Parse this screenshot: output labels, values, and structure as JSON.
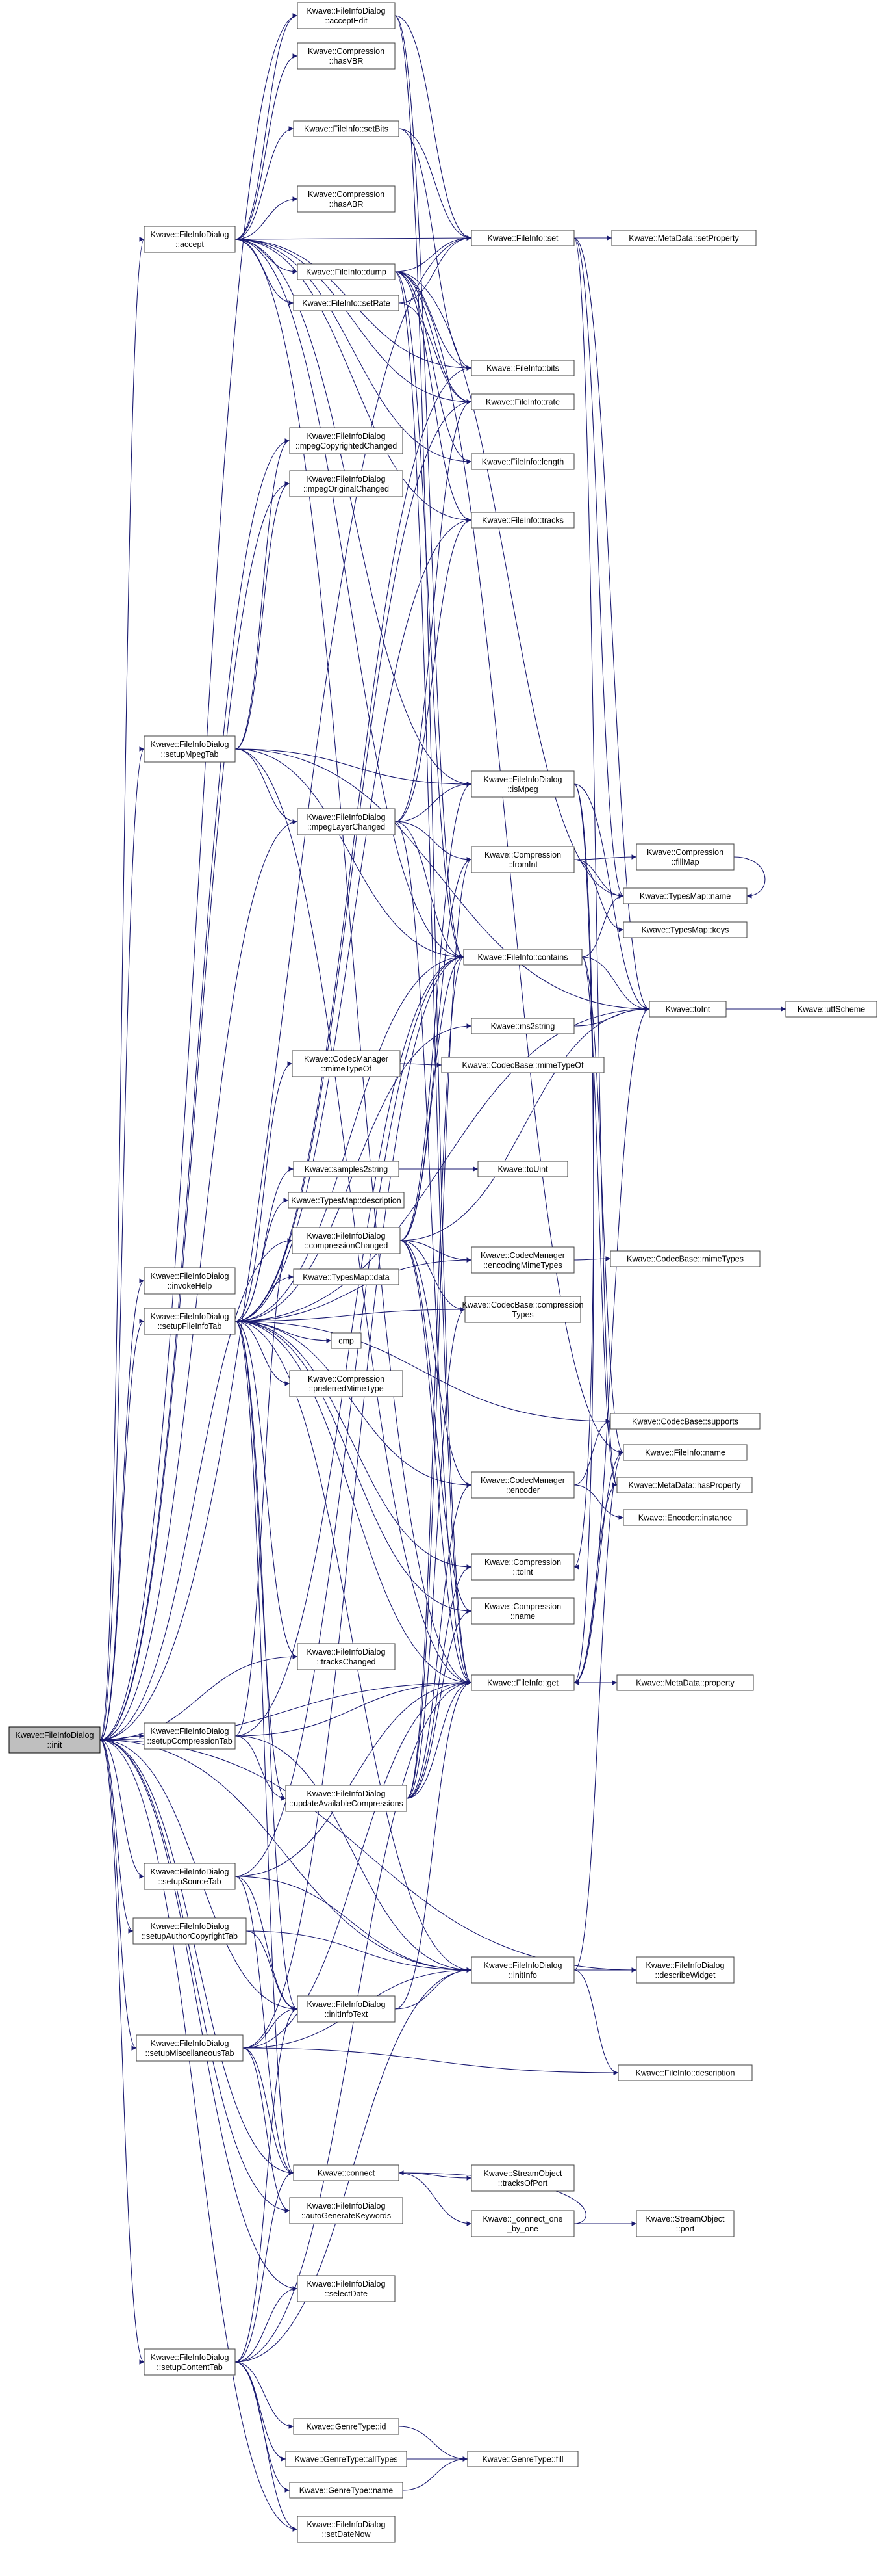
{
  "diagram": {
    "colors": {
      "edge": "#191970",
      "node_border": "#404040",
      "root_fill": "#bfbfbf",
      "background": "#ffffff"
    },
    "nodes": [
      {
        "id": "init",
        "lines": [
          "Kwave::FileInfoDialog",
          "::init"
        ]
      },
      {
        "id": "accept",
        "lines": [
          "Kwave::FileInfoDialog",
          "::accept"
        ]
      },
      {
        "id": "setupMpegTab",
        "lines": [
          "Kwave::FileInfoDialog",
          "::setupMpegTab"
        ]
      },
      {
        "id": "invokeHelp",
        "lines": [
          "Kwave::FileInfoDialog",
          "::invokeHelp"
        ]
      },
      {
        "id": "setupFileInfoTab",
        "lines": [
          "Kwave::FileInfoDialog",
          "::setupFileInfoTab"
        ]
      },
      {
        "id": "setupCompressionTab",
        "lines": [
          "Kwave::FileInfoDialog",
          "::setupCompressionTab"
        ]
      },
      {
        "id": "setupSourceTab",
        "lines": [
          "Kwave::FileInfoDialog",
          "::setupSourceTab"
        ]
      },
      {
        "id": "setupAuthorCopyrightTab",
        "lines": [
          "Kwave::FileInfoDialog",
          "::setupAuthorCopyrightTab"
        ]
      },
      {
        "id": "setupMiscellaneousTab",
        "lines": [
          "Kwave::FileInfoDialog",
          "::setupMiscellaneousTab"
        ]
      },
      {
        "id": "setupContentTab",
        "lines": [
          "Kwave::FileInfoDialog",
          "::setupContentTab"
        ]
      },
      {
        "id": "acceptEdit",
        "lines": [
          "Kwave::FileInfoDialog",
          "::acceptEdit"
        ]
      },
      {
        "id": "hasVBR",
        "lines": [
          "Kwave::Compression",
          "::hasVBR"
        ]
      },
      {
        "id": "setBits",
        "lines": [
          "Kwave::FileInfo::setBits"
        ]
      },
      {
        "id": "hasABR",
        "lines": [
          "Kwave::Compression",
          "::hasABR"
        ]
      },
      {
        "id": "dump",
        "lines": [
          "Kwave::FileInfo::dump"
        ]
      },
      {
        "id": "setRate",
        "lines": [
          "Kwave::FileInfo::setRate"
        ]
      },
      {
        "id": "mpegCopyrightedChanged",
        "lines": [
          "Kwave::FileInfoDialog",
          "::mpegCopyrightedChanged"
        ]
      },
      {
        "id": "mpegOriginalChanged",
        "lines": [
          "Kwave::FileInfoDialog",
          "::mpegOriginalChanged"
        ]
      },
      {
        "id": "mpegLayerChanged",
        "lines": [
          "Kwave::FileInfoDialog",
          "::mpegLayerChanged"
        ]
      },
      {
        "id": "mimeTypeOf",
        "lines": [
          "Kwave::CodecManager",
          "::mimeTypeOf"
        ]
      },
      {
        "id": "samples2string",
        "lines": [
          "Kwave::samples2string"
        ]
      },
      {
        "id": "typesMapDescription",
        "lines": [
          "Kwave::TypesMap::description"
        ]
      },
      {
        "id": "compressionChanged",
        "lines": [
          "Kwave::FileInfoDialog",
          "::compressionChanged"
        ]
      },
      {
        "id": "typesMapData",
        "lines": [
          "Kwave::TypesMap::data"
        ]
      },
      {
        "id": "cmp",
        "lines": [
          "cmp"
        ]
      },
      {
        "id": "preferredMimeType",
        "lines": [
          "Kwave::Compression",
          "::preferredMimeType"
        ]
      },
      {
        "id": "tracksChanged",
        "lines": [
          "Kwave::FileInfoDialog",
          "::tracksChanged"
        ]
      },
      {
        "id": "updateAvailableCompressions",
        "lines": [
          "Kwave::FileInfoDialog",
          "::updateAvailableCompressions"
        ]
      },
      {
        "id": "initInfoText",
        "lines": [
          "Kwave::FileInfoDialog",
          "::initInfoText"
        ]
      },
      {
        "id": "connect",
        "lines": [
          "Kwave::connect"
        ]
      },
      {
        "id": "autoGenerateKeywords",
        "lines": [
          "Kwave::FileInfoDialog",
          "::autoGenerateKeywords"
        ]
      },
      {
        "id": "selectDate",
        "lines": [
          "Kwave::FileInfoDialog",
          "::selectDate"
        ]
      },
      {
        "id": "genreId",
        "lines": [
          "Kwave::GenreType::id"
        ]
      },
      {
        "id": "genreAllTypes",
        "lines": [
          "Kwave::GenreType::allTypes"
        ]
      },
      {
        "id": "genreName",
        "lines": [
          "Kwave::GenreType::name"
        ]
      },
      {
        "id": "setDateNow",
        "lines": [
          "Kwave::FileInfoDialog",
          "::setDateNow"
        ]
      },
      {
        "id": "fileInfoSet",
        "lines": [
          "Kwave::FileInfo::set"
        ]
      },
      {
        "id": "bits",
        "lines": [
          "Kwave::FileInfo::bits"
        ]
      },
      {
        "id": "rate",
        "lines": [
          "Kwave::FileInfo::rate"
        ]
      },
      {
        "id": "length",
        "lines": [
          "Kwave::FileInfo::length"
        ]
      },
      {
        "id": "tracks",
        "lines": [
          "Kwave::FileInfo::tracks"
        ]
      },
      {
        "id": "isMpeg",
        "lines": [
          "Kwave::FileInfoDialog",
          "::isMpeg"
        ]
      },
      {
        "id": "fromInt",
        "lines": [
          "Kwave::Compression",
          "::fromInt"
        ]
      },
      {
        "id": "contains",
        "lines": [
          "Kwave::FileInfo::contains"
        ]
      },
      {
        "id": "ms2string",
        "lines": [
          "Kwave::ms2string"
        ]
      },
      {
        "id": "codecMimeTypeOf",
        "lines": [
          "Kwave::CodecBase::mimeTypeOf"
        ]
      },
      {
        "id": "toUint",
        "lines": [
          "Kwave::toUint"
        ]
      },
      {
        "id": "encodingMimeTypes",
        "lines": [
          "Kwave::CodecManager",
          "::encodingMimeTypes"
        ]
      },
      {
        "id": "compressionTypes",
        "lines": [
          "Kwave::CodecBase::compression",
          "Types"
        ]
      },
      {
        "id": "encoder",
        "lines": [
          "Kwave::CodecManager",
          "::encoder"
        ]
      },
      {
        "id": "compToInt",
        "lines": [
          "Kwave::Compression",
          "::toInt"
        ]
      },
      {
        "id": "compName",
        "lines": [
          "Kwave::Compression",
          "::name"
        ]
      },
      {
        "id": "fileInfoGet",
        "lines": [
          "Kwave::FileInfo::get"
        ]
      },
      {
        "id": "initInfo",
        "lines": [
          "Kwave::FileInfoDialog",
          "::initInfo"
        ]
      },
      {
        "id": "trackOfPort",
        "lines": [
          "Kwave::StreamObject",
          "::tracksOfPort"
        ]
      },
      {
        "id": "connectOneByOne",
        "lines": [
          "Kwave::_connect_one",
          "_by_one"
        ]
      },
      {
        "id": "genreFill",
        "lines": [
          "Kwave::GenreType::fill"
        ]
      },
      {
        "id": "setProperty",
        "lines": [
          "Kwave::MetaData::setProperty"
        ]
      },
      {
        "id": "fillMap",
        "lines": [
          "Kwave::Compression",
          "::fillMap"
        ]
      },
      {
        "id": "typesMapName",
        "lines": [
          "Kwave::TypesMap::name"
        ]
      },
      {
        "id": "typesMapKeys",
        "lines": [
          "Kwave::TypesMap::keys"
        ]
      },
      {
        "id": "toInt",
        "lines": [
          "Kwave::toInt"
        ]
      },
      {
        "id": "mimeTypes",
        "lines": [
          "Kwave::CodecBase::mimeTypes"
        ]
      },
      {
        "id": "supports",
        "lines": [
          "Kwave::CodecBase::supports"
        ]
      },
      {
        "id": "fileInfoName",
        "lines": [
          "Kwave::FileInfo::name"
        ]
      },
      {
        "id": "hasPropertyNode",
        "lines": [
          "Kwave::MetaData::hasProperty"
        ]
      },
      {
        "id": "encoderInstance",
        "lines": [
          "Kwave::Encoder::instance"
        ]
      },
      {
        "id": "property",
        "lines": [
          "Kwave::MetaData::property"
        ]
      },
      {
        "id": "describeWidget",
        "lines": [
          "Kwave::FileInfoDialog",
          "::describeWidget"
        ]
      },
      {
        "id": "fileInfoDescription",
        "lines": [
          "Kwave::FileInfo::description"
        ]
      },
      {
        "id": "port",
        "lines": [
          "Kwave::StreamObject",
          "::port"
        ]
      },
      {
        "id": "utfScheme",
        "lines": [
          "Kwave::utfScheme"
        ]
      }
    ],
    "edges": [
      [
        "init",
        "accept"
      ],
      [
        "init",
        "acceptEdit"
      ],
      [
        "init",
        "mpegCopyrightedChanged"
      ],
      [
        "init",
        "mpegOriginalChanged"
      ],
      [
        "init",
        "setupMpegTab"
      ],
      [
        "init",
        "mpegLayerChanged"
      ],
      [
        "init",
        "invokeHelp"
      ],
      [
        "init",
        "setupFileInfoTab"
      ],
      [
        "init",
        "compressionChanged"
      ],
      [
        "init",
        "tracksChanged"
      ],
      [
        "init",
        "setupCompressionTab"
      ],
      [
        "init",
        "setupSourceTab"
      ],
      [
        "init",
        "setupAuthorCopyrightTab"
      ],
      [
        "init",
        "setupMiscellaneousTab"
      ],
      [
        "init",
        "setupContentTab"
      ],
      [
        "init",
        "initInfoText"
      ],
      [
        "init",
        "connect"
      ],
      [
        "init",
        "autoGenerateKeywords"
      ],
      [
        "init",
        "selectDate"
      ],
      [
        "init",
        "setDateNow"
      ],
      [
        "init",
        "describeWidget"
      ],
      [
        "init",
        "initInfo"
      ],
      [
        "init",
        "fileInfoSet"
      ],
      [
        "init",
        "fileInfoGet"
      ],
      [
        "accept",
        "acceptEdit"
      ],
      [
        "accept",
        "hasVBR"
      ],
      [
        "accept",
        "setBits"
      ],
      [
        "accept",
        "hasABR"
      ],
      [
        "accept",
        "dump"
      ],
      [
        "accept",
        "setRate"
      ],
      [
        "accept",
        "fileInfoSet"
      ],
      [
        "accept",
        "bits"
      ],
      [
        "accept",
        "rate"
      ],
      [
        "accept",
        "tracks"
      ],
      [
        "accept",
        "length"
      ],
      [
        "accept",
        "isMpeg"
      ],
      [
        "accept",
        "contains"
      ],
      [
        "accept",
        "fileInfoGet"
      ],
      [
        "dump",
        "fileInfoSet"
      ],
      [
        "dump",
        "bits"
      ],
      [
        "dump",
        "rate"
      ],
      [
        "dump",
        "length"
      ],
      [
        "dump",
        "tracks"
      ],
      [
        "dump",
        "contains"
      ],
      [
        "dump",
        "typesMapName"
      ],
      [
        "dump",
        "fileInfoGet"
      ],
      [
        "dump",
        "fileInfoName"
      ],
      [
        "setBits",
        "fileInfoSet"
      ],
      [
        "setRate",
        "fileInfoSet"
      ],
      [
        "setBits",
        "bits"
      ],
      [
        "setRate",
        "rate"
      ],
      [
        "acceptEdit",
        "fileInfoSet"
      ],
      [
        "acceptEdit",
        "contains"
      ],
      [
        "acceptEdit",
        "fileInfoGet"
      ],
      [
        "fileInfoSet",
        "setProperty"
      ],
      [
        "fileInfoSet",
        "typesMapName"
      ],
      [
        "fileInfoSet",
        "toInt"
      ],
      [
        "fileInfoSet",
        "hasPropertyNode"
      ],
      [
        "setupMpegTab",
        "isMpeg"
      ],
      [
        "setupMpegTab",
        "mpegLayerChanged"
      ],
      [
        "setupMpegTab",
        "contains"
      ],
      [
        "setupMpegTab",
        "fileInfoGet"
      ],
      [
        "setupMpegTab",
        "toInt"
      ],
      [
        "setupMpegTab",
        "mpegCopyrightedChanged"
      ],
      [
        "setupMpegTab",
        "mpegOriginalChanged"
      ],
      [
        "mpegLayerChanged",
        "isMpeg"
      ],
      [
        "mpegLayerChanged",
        "fromInt"
      ],
      [
        "mpegLayerChanged",
        "contains"
      ],
      [
        "mpegLayerChanged",
        "fileInfoGet"
      ],
      [
        "mpegLayerChanged",
        "tracks"
      ],
      [
        "mpegLayerChanged",
        "rate"
      ],
      [
        "isMpeg",
        "toInt"
      ],
      [
        "isMpeg",
        "compToInt"
      ],
      [
        "isMpeg",
        "fileInfoGet"
      ],
      [
        "fromInt",
        "fillMap"
      ],
      [
        "fromInt",
        "typesMapKeys"
      ],
      [
        "fromInt",
        "typesMapName"
      ],
      [
        "contains",
        "toInt"
      ],
      [
        "contains",
        "typesMapName"
      ],
      [
        "contains",
        "hasPropertyNode"
      ],
      [
        "contains",
        "fileInfoName"
      ],
      [
        "ms2string",
        "toInt"
      ],
      [
        "toInt",
        "utfScheme"
      ],
      [
        "fillMap",
        "typesMapName"
      ],
      [
        "setupFileInfoTab",
        "mimeTypeOf"
      ],
      [
        "setupFileInfoTab",
        "samples2string"
      ],
      [
        "setupFileInfoTab",
        "typesMapDescription"
      ],
      [
        "setupFileInfoTab",
        "typesMapData"
      ],
      [
        "setupFileInfoTab",
        "cmp"
      ],
      [
        "setupFileInfoTab",
        "preferredMimeType"
      ],
      [
        "setupFileInfoTab",
        "tracksChanged"
      ],
      [
        "setupFileInfoTab",
        "contains"
      ],
      [
        "setupFileInfoTab",
        "ms2string"
      ],
      [
        "setupFileInfoTab",
        "fileInfoGet"
      ],
      [
        "setupFileInfoTab",
        "initInfoText"
      ],
      [
        "setupFileInfoTab",
        "initInfo"
      ],
      [
        "setupFileInfoTab",
        "connect"
      ],
      [
        "setupFileInfoTab",
        "encodingMimeTypes"
      ],
      [
        "setupFileInfoTab",
        "compressionTypes"
      ],
      [
        "setupFileInfoTab",
        "encoder"
      ],
      [
        "setupFileInfoTab",
        "compToInt"
      ],
      [
        "setupFileInfoTab",
        "compName"
      ],
      [
        "setupFileInfoTab",
        "supports"
      ],
      [
        "setupFileInfoTab",
        "updateAvailableCompressions"
      ],
      [
        "setupFileInfoTab",
        "toInt"
      ],
      [
        "setupFileInfoTab",
        "tracks"
      ],
      [
        "setupFileInfoTab",
        "rate"
      ],
      [
        "setupFileInfoTab",
        "bits"
      ],
      [
        "mimeTypeOf",
        "codecMimeTypeOf"
      ],
      [
        "samples2string",
        "toUint"
      ],
      [
        "compressionChanged",
        "encodingMimeTypes"
      ],
      [
        "compressionChanged",
        "compressionTypes"
      ],
      [
        "compressionChanged",
        "encoder"
      ],
      [
        "compressionChanged",
        "isMpeg"
      ],
      [
        "compressionChanged",
        "fromInt"
      ],
      [
        "compressionChanged",
        "contains"
      ],
      [
        "compressionChanged",
        "fileInfoGet"
      ],
      [
        "compressionChanged",
        "toInt"
      ],
      [
        "compressionChanged",
        "compName"
      ],
      [
        "encodingMimeTypes",
        "mimeTypes"
      ],
      [
        "encoder",
        "encoderInstance"
      ],
      [
        "encoder",
        "supports"
      ],
      [
        "setupCompressionTab",
        "updateAvailableCompressions"
      ],
      [
        "setupCompressionTab",
        "compressionChanged"
      ],
      [
        "setupCompressionTab",
        "fileInfoGet"
      ],
      [
        "setupCompressionTab",
        "initInfo"
      ],
      [
        "setupCompressionTab",
        "contains"
      ],
      [
        "updateAvailableCompressions",
        "compressionTypes"
      ],
      [
        "updateAvailableCompressions",
        "encoder"
      ],
      [
        "updateAvailableCompressions",
        "compToInt"
      ],
      [
        "updateAvailableCompressions",
        "compName"
      ],
      [
        "updateAvailableCompressions",
        "fileInfoGet"
      ],
      [
        "updateAvailableCompressions",
        "contains"
      ],
      [
        "updateAvailableCompressions",
        "fromInt"
      ],
      [
        "fileInfoGet",
        "property"
      ],
      [
        "fileInfoGet",
        "fileInfoName"
      ],
      [
        "fileInfoGet",
        "hasPropertyNode"
      ],
      [
        "fileInfoGet",
        "toInt"
      ],
      [
        "setupSourceTab",
        "initInfoText"
      ],
      [
        "setupSourceTab",
        "initInfo"
      ],
      [
        "setupSourceTab",
        "fileInfoGet"
      ],
      [
        "setupSourceTab",
        "connect"
      ],
      [
        "setupSourceTab",
        "contains"
      ],
      [
        "setupAuthorCopyrightTab",
        "initInfoText"
      ],
      [
        "setupAuthorCopyrightTab",
        "initInfo"
      ],
      [
        "initInfoText",
        "initInfo"
      ],
      [
        "initInfoText",
        "fileInfoGet"
      ],
      [
        "initInfo",
        "describeWidget"
      ],
      [
        "initInfo",
        "fileInfoDescription"
      ],
      [
        "initInfo",
        "fileInfoName"
      ],
      [
        "setupMiscellaneousTab",
        "initInfoText"
      ],
      [
        "setupMiscellaneousTab",
        "initInfo"
      ],
      [
        "setupMiscellaneousTab",
        "connect"
      ],
      [
        "setupMiscellaneousTab",
        "autoGenerateKeywords"
      ],
      [
        "setupMiscellaneousTab",
        "fileInfoGet"
      ],
      [
        "setupMiscellaneousTab",
        "contains"
      ],
      [
        "setupMiscellaneousTab",
        "fileInfoDescription"
      ],
      [
        "connect",
        "trackOfPort"
      ],
      [
        "connect",
        "connectOneByOne"
      ],
      [
        "connectOneByOne",
        "connect"
      ],
      [
        "connectOneByOne",
        "port"
      ],
      [
        "setupContentTab",
        "genreId"
      ],
      [
        "setupContentTab",
        "genreAllTypes"
      ],
      [
        "setupContentTab",
        "genreName"
      ],
      [
        "setupContentTab",
        "selectDate"
      ],
      [
        "setupContentTab",
        "setDateNow"
      ],
      [
        "setupContentTab",
        "connect"
      ],
      [
        "setupContentTab",
        "initInfo"
      ],
      [
        "setupContentTab",
        "initInfoText"
      ],
      [
        "setupContentTab",
        "fileInfoGet"
      ],
      [
        "genreId",
        "genreFill"
      ],
      [
        "genreAllTypes",
        "genreFill"
      ],
      [
        "genreName",
        "genreFill"
      ]
    ]
  }
}
